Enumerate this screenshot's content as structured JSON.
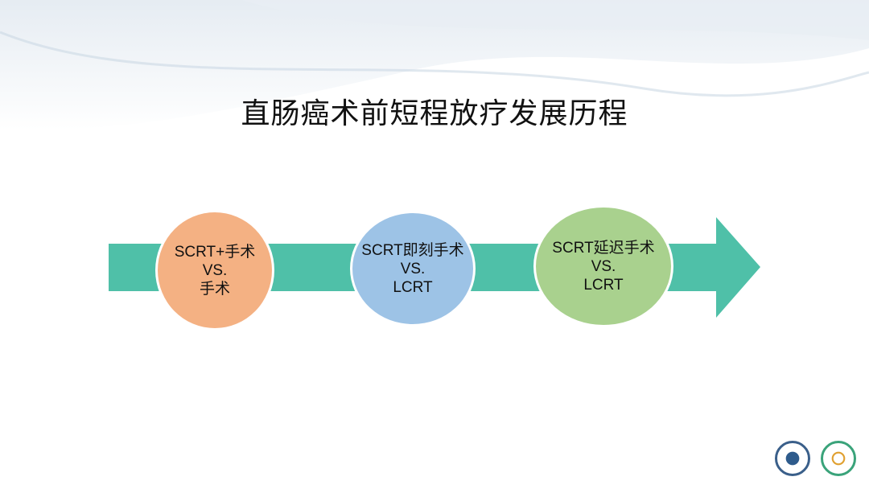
{
  "slide": {
    "title": "直肠癌术前短程放疗发展历程"
  },
  "timeline": {
    "stages": [
      {
        "line1": "SCRT+手术",
        "line2": "VS.",
        "line3": "手术",
        "color": "#F4B183"
      },
      {
        "line1": "SCRT即刻手术",
        "line2": "VS.",
        "line3": "LCRT",
        "color": "#9DC3E6"
      },
      {
        "line1": "SCRT延迟手术",
        "line2": "VS.",
        "line3": "LCRT",
        "color": "#A9D18E"
      }
    ],
    "arrow_color": "#4FC0A8"
  },
  "logos": [
    "university-seal-icon",
    "hospital-seal-icon"
  ]
}
